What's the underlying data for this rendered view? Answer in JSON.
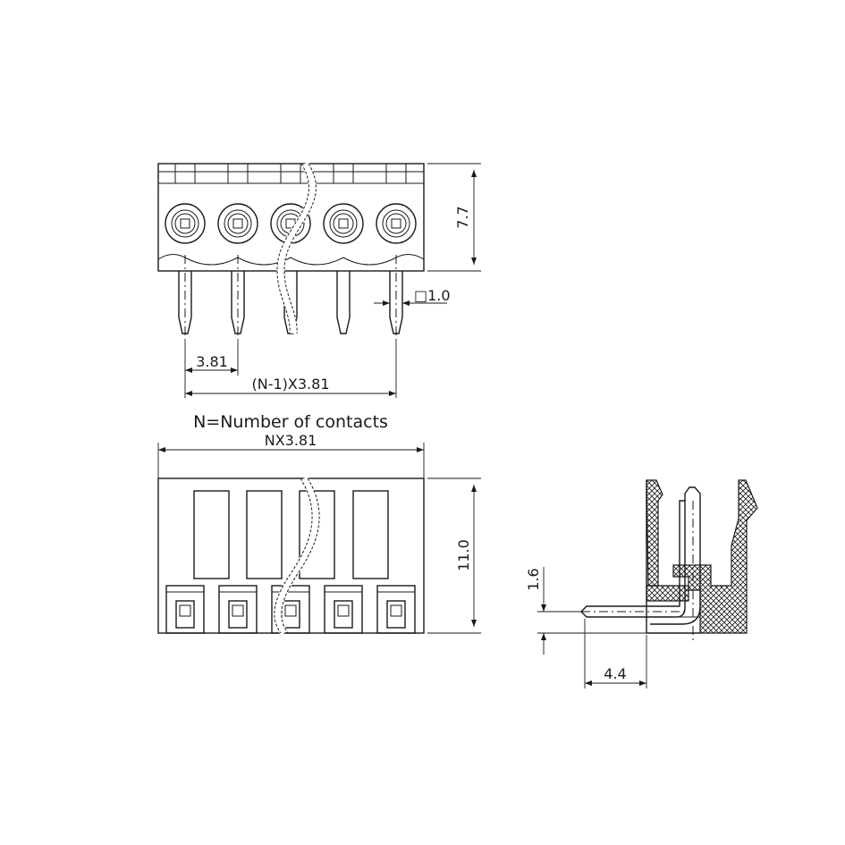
{
  "drawing": {
    "dims": {
      "height_top": "7.7",
      "pin_square": "1.0",
      "pitch": "3.81",
      "span": "(N-1)X3.81",
      "note": "N=Number of contacts",
      "overall": "NX3.81",
      "height_front": "11.0",
      "pin_offset": "1.6",
      "pin_length": "4.4"
    },
    "square_symbol": "□",
    "contacts": 5
  }
}
